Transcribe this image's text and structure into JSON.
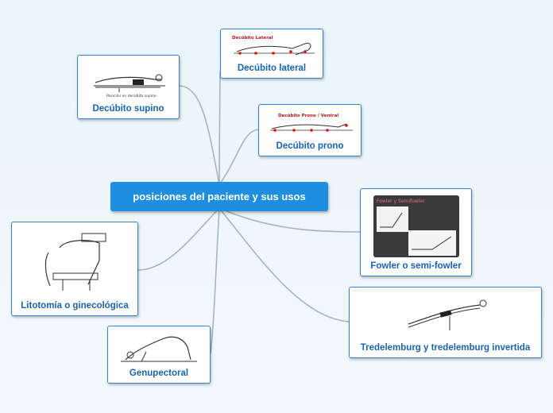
{
  "central": {
    "label": "posiciones del paciente y sus usos"
  },
  "nodes": {
    "supino": {
      "label": "Decúbito supino",
      "img_caption": "Posición en decúbito supino"
    },
    "lateral": {
      "label": "Decúbito lateral",
      "img_title": "Decúbito Lateral"
    },
    "prono": {
      "label": "Decúbito prono",
      "img_title": "Decúbito Prono / Ventral"
    },
    "fowler": {
      "label": "Fowler o semi-fowler",
      "img_title": "Fowler y Semifowler"
    },
    "litotomia": {
      "label": "Litotomía o ginecológica"
    },
    "trendelenburg": {
      "label": "Tredelemburg y tredelemburg invertida"
    },
    "genupectoral": {
      "label": "Genupectoral"
    }
  },
  "colors": {
    "central_bg": "#1e8fe0",
    "node_border": "#3b82c4",
    "label": "#1a63b0",
    "link": "#a9b3bc"
  }
}
